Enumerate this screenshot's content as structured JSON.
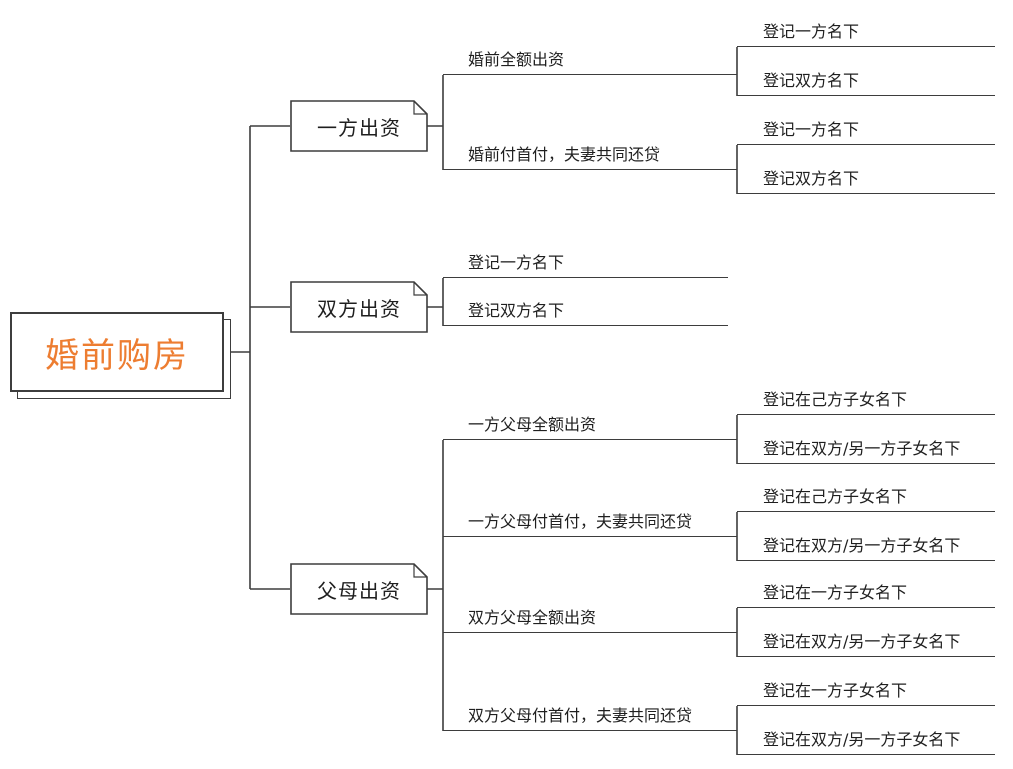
{
  "root": {
    "label": "婚前购房"
  },
  "colors": {
    "root_text": "#ED7D31",
    "line": "#3D3D3D",
    "node_text": "#1F1F1F",
    "background": "#FFFFFF"
  },
  "branches": [
    {
      "label": "一方出资",
      "children": [
        {
          "label": "婚前全额出资",
          "children": [
            {
              "label": "登记一方名下"
            },
            {
              "label": "登记双方名下"
            }
          ]
        },
        {
          "label": "婚前付首付，夫妻共同还贷",
          "children": [
            {
              "label": "登记一方名下"
            },
            {
              "label": "登记双方名下"
            }
          ]
        }
      ]
    },
    {
      "label": "双方出资",
      "children": [
        {
          "label": "登记一方名下",
          "children": []
        },
        {
          "label": "登记双方名下",
          "children": []
        }
      ]
    },
    {
      "label": "父母出资",
      "children": [
        {
          "label": "一方父母全额出资",
          "children": [
            {
              "label": "登记在己方子女名下"
            },
            {
              "label": "登记在双方/另一方子女名下"
            }
          ]
        },
        {
          "label": "一方父母付首付，夫妻共同还贷",
          "children": [
            {
              "label": "登记在己方子女名下"
            },
            {
              "label": "登记在双方/另一方子女名下"
            }
          ]
        },
        {
          "label": "双方父母全额出资",
          "children": [
            {
              "label": "登记在一方子女名下"
            },
            {
              "label": "登记在双方/另一方子女名下"
            }
          ]
        },
        {
          "label": "双方父母付首付，夫妻共同还贷",
          "children": [
            {
              "label": "登记在一方子女名下"
            },
            {
              "label": "登记在双方/另一方子女名下"
            }
          ]
        }
      ]
    }
  ]
}
